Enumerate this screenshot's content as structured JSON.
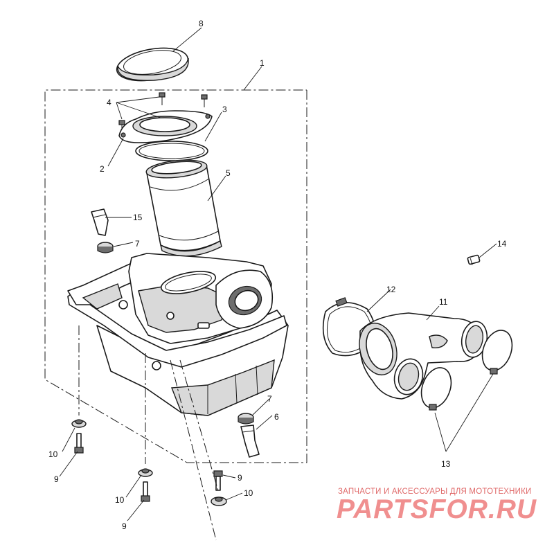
{
  "callouts": {
    "c1": "1",
    "c2": "2",
    "c3": "3",
    "c4": "4",
    "c5": "5",
    "c6": "6",
    "c7a": "7",
    "c7b": "7",
    "c8": "8",
    "c9a": "9",
    "c9b": "9",
    "c9c": "9",
    "c10a": "10",
    "c10b": "10",
    "c10c": "10",
    "c11": "11",
    "c12": "12",
    "c13": "13",
    "c14": "14",
    "c15": "15"
  },
  "watermark": {
    "tagline": "ЗАПЧАСТИ И АКСЕССУАРЫ ДЛЯ МОТОТЕХНИКИ",
    "logo": "PARTSFOR.RU",
    "color": "#e06a6a"
  }
}
